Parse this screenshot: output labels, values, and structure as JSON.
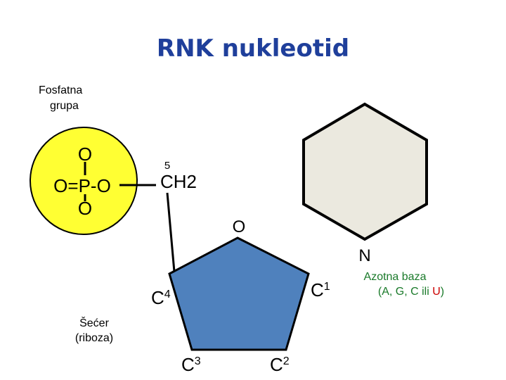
{
  "title": "RNK nukleotid",
  "colors": {
    "title": "#1f3f9b",
    "phosphate_fill": "#ffff33",
    "sugar_fill": "#4f81bd",
    "base_fill": "#ebe9df",
    "base_label": "#1a7a2a",
    "uracil": "#cc0000",
    "stroke": "#000000"
  },
  "phosphate": {
    "label_line1": "Fosfatna",
    "label_line2": "grupa",
    "top_o": "O",
    "middle": "O=P-O",
    "bottom_o": "O"
  },
  "carbon5": {
    "number": "5",
    "group": "CH2"
  },
  "ring_oxygen": "O",
  "nitrogen": "N",
  "carbons": {
    "c1": {
      "letter": "C",
      "number": "1"
    },
    "c2": {
      "letter": "C",
      "number": "2"
    },
    "c3": {
      "letter": "C",
      "number": "3"
    },
    "c4": {
      "letter": "C",
      "number": "4"
    }
  },
  "sugar": {
    "label_line1": "Šećer",
    "label_line2": "(riboza)"
  },
  "base": {
    "label_line1": "Azotna baza",
    "label_line2_prefix": "(A, G, C ili ",
    "label_line2_u": "U",
    "label_line2_suffix": ")"
  }
}
